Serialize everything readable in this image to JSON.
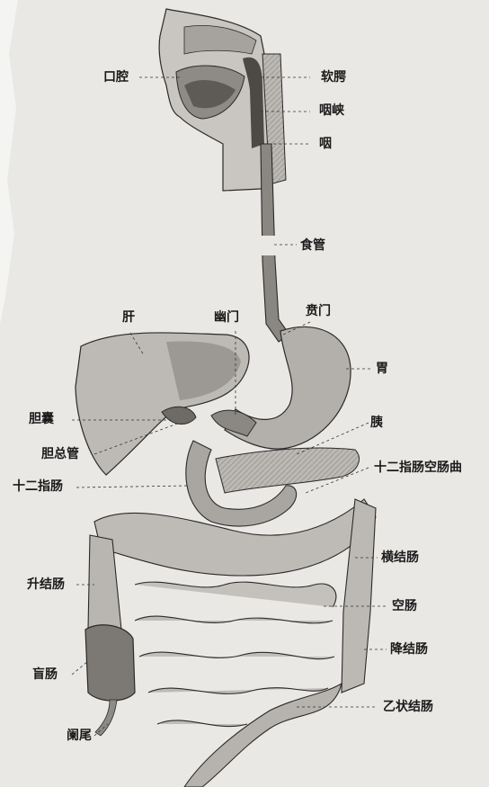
{
  "labels": {
    "mouth": "口腔",
    "soft_palate": "软腭",
    "pharynx_isthmus": "咽峡",
    "pharynx": "咽",
    "esophagus": "食管",
    "liver": "肝",
    "pylorus": "幽门",
    "cardia": "贲门",
    "stomach": "胃",
    "gallbladder": "胆囊",
    "pancreas": "胰",
    "common_bile_duct": "胆总管",
    "duodenojejunal_flexure": "十二指肠空肠曲",
    "duodenum": "十二指肠",
    "transverse_colon": "横结肠",
    "ascending_colon": "升结肠",
    "jejunum": "空肠",
    "descending_colon": "降结肠",
    "cecum": "盲肠",
    "sigmoid_colon": "乙状结肠",
    "appendix": "阑尾"
  },
  "colors": {
    "paper": "#e9e8e5",
    "ink": "#1a1a1a",
    "organ_fill": "#b9b6b1",
    "organ_dark": "#6e6b67"
  }
}
